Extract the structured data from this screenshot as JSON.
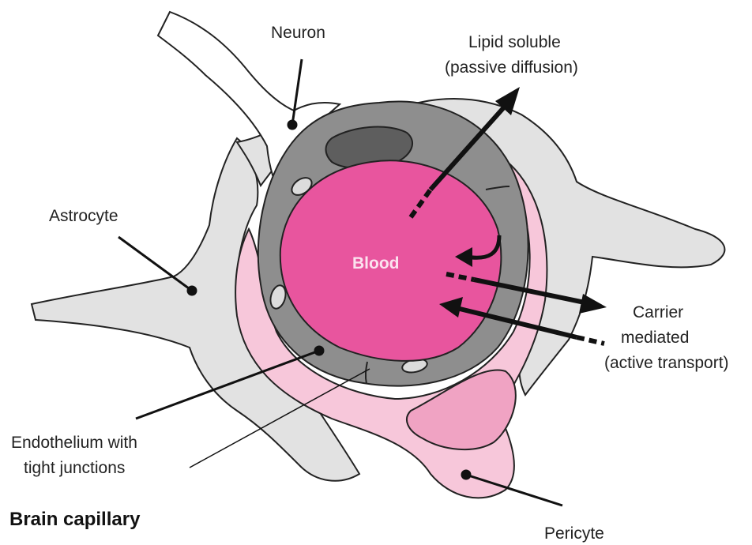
{
  "labels": {
    "neuron": "Neuron",
    "lipid_line1": "Lipid soluble",
    "lipid_line2": "(passive diffusion)",
    "astrocyte": "Astrocyte",
    "blood": "Blood",
    "carrier_line1": "Carrier",
    "carrier_line2": "mediated",
    "carrier_line3": "(active transport)",
    "endothelium_line1": "Endothelium with",
    "endothelium_line2": "tight junctions",
    "title": "Brain capillary",
    "pericyte": "Pericyte"
  },
  "colors": {
    "blood": "#e8559e",
    "blood_outline": "#c23c80",
    "endothelium": "#8e8e8e",
    "endothelium_dark": "#5e5e5e",
    "astrocyte": "#e2e2e2",
    "pericyte": "#f7c7da",
    "pericyte_inner": "#f0a3c3",
    "outline": "#222222"
  }
}
